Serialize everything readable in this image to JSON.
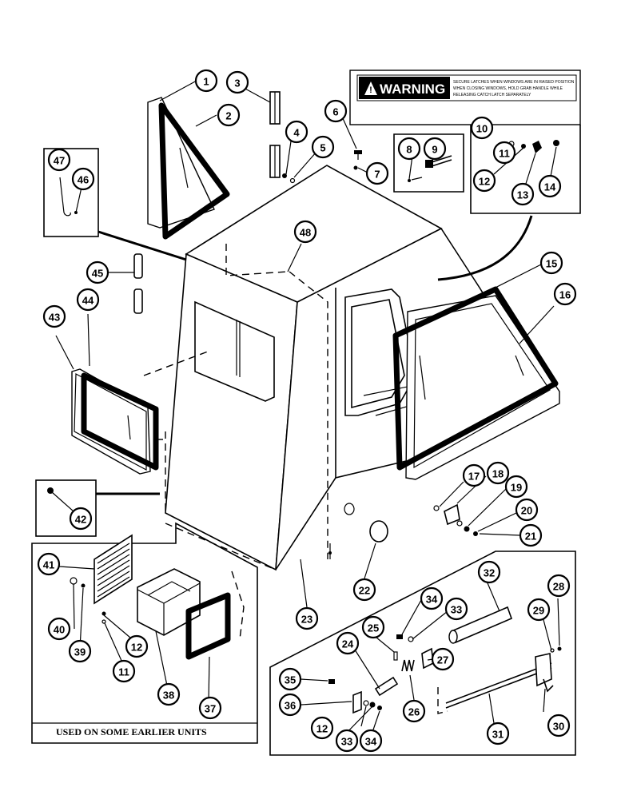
{
  "warning_decal": {
    "title": "WARNING",
    "lines": [
      "SECURE LATCHES WHEN WINDOWS ARE IN RAISED POSITION",
      "WHEN CLOSING WINDOWS, HOLD GRAB HANDLE WHILE",
      "RELEASING CATCH LATCH SEPARATELY"
    ]
  },
  "inset_note": "USED ON SOME EARLIER UNITS",
  "callouts": [
    "1",
    "2",
    "3",
    "4",
    "5",
    "6",
    "7",
    "8",
    "9",
    "10",
    "11",
    "12",
    "13",
    "14",
    "15",
    "16",
    "17",
    "18",
    "19",
    "20",
    "21",
    "22",
    "23",
    "24",
    "25",
    "26",
    "27",
    "28",
    "29",
    "30",
    "31",
    "32",
    "33",
    "34",
    "35",
    "36",
    "37",
    "38",
    "39",
    "40",
    "41",
    "42",
    "43",
    "44",
    "45",
    "46",
    "47",
    "48",
    "11",
    "12",
    "12",
    "33",
    "34"
  ]
}
